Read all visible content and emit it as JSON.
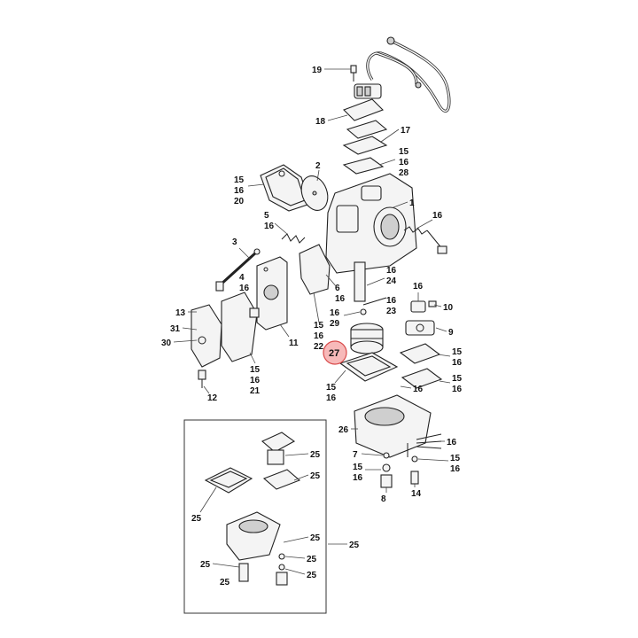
{
  "diagram": {
    "highlighted_part": "27",
    "callouts": {
      "c19": "19",
      "c18": "18",
      "c17": "17",
      "c15a": "15",
      "c16a": "16",
      "c28": "28",
      "c15b": "15",
      "c16b": "16",
      "c20": "20",
      "c2": "2",
      "c1": "1",
      "c5": "5",
      "c16c": "16",
      "c16d": "16",
      "c3": "3",
      "c4": "4",
      "c16e": "16",
      "c6": "6",
      "c16f": "16",
      "c16g": "16",
      "c24": "24",
      "c16h": "16",
      "c23": "23",
      "c16i": "16",
      "c29": "29",
      "c16j": "16",
      "c10": "10",
      "c13": "13",
      "c31": "31",
      "c30": "30",
      "c11": "11",
      "c15c": "15",
      "c16k": "16",
      "c22": "22",
      "c9": "9",
      "c15d": "15",
      "c16l": "16",
      "c15e": "15",
      "c16m": "16",
      "c15f": "15",
      "c16n": "16",
      "c21": "21",
      "c16o": "16",
      "c15g": "15",
      "c16p": "16",
      "c12": "12",
      "c26": "26",
      "c16q": "16",
      "c7": "7",
      "c15h": "15",
      "c16r": "16",
      "c15i": "15",
      "c16s": "16",
      "c14": "14",
      "c8": "8",
      "c25a": "25",
      "c25b": "25",
      "c25c": "25",
      "c25d": "25",
      "c25e": "25",
      "c25f": "25",
      "c25g": "25",
      "c25h": "25",
      "c25i": "25"
    }
  }
}
